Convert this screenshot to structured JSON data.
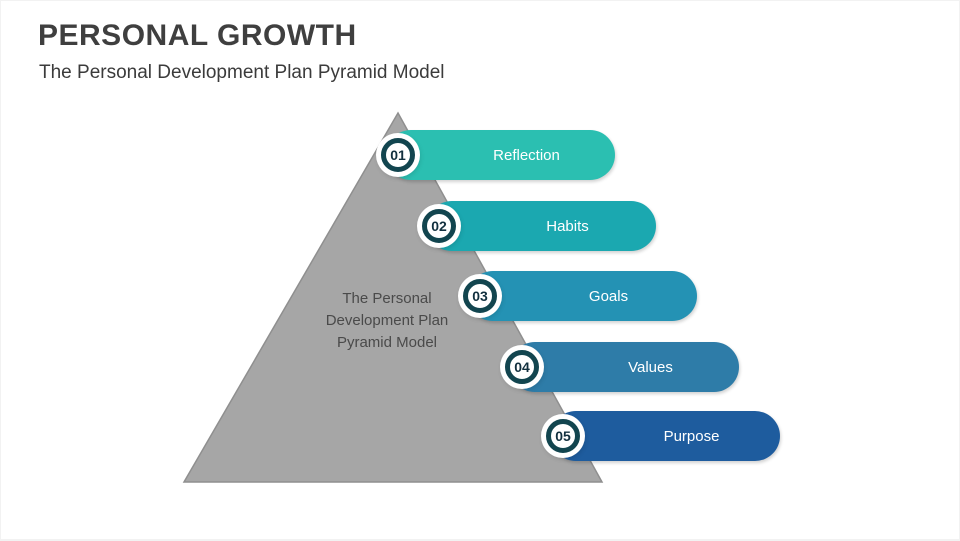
{
  "header": {
    "title": "PERSONAL GROWTH",
    "subtitle": "The Personal Development Plan Pyramid Model"
  },
  "pyramid": {
    "label": "The Personal Development Plan Pyramid Model",
    "fill_color": "#a6a6a6",
    "stroke_color": "#8f8f8f"
  },
  "steps": [
    {
      "number": "01",
      "label": "Reflection",
      "color": "#2bbfb1"
    },
    {
      "number": "02",
      "label": "Habits",
      "color": "#1ba8b0"
    },
    {
      "number": "03",
      "label": "Goals",
      "color": "#2492b4"
    },
    {
      "number": "04",
      "label": "Values",
      "color": "#2e7ca8"
    },
    {
      "number": "05",
      "label": "Purpose",
      "color": "#1e5c9e"
    }
  ],
  "badge": {
    "ring_color": "#12454f"
  }
}
